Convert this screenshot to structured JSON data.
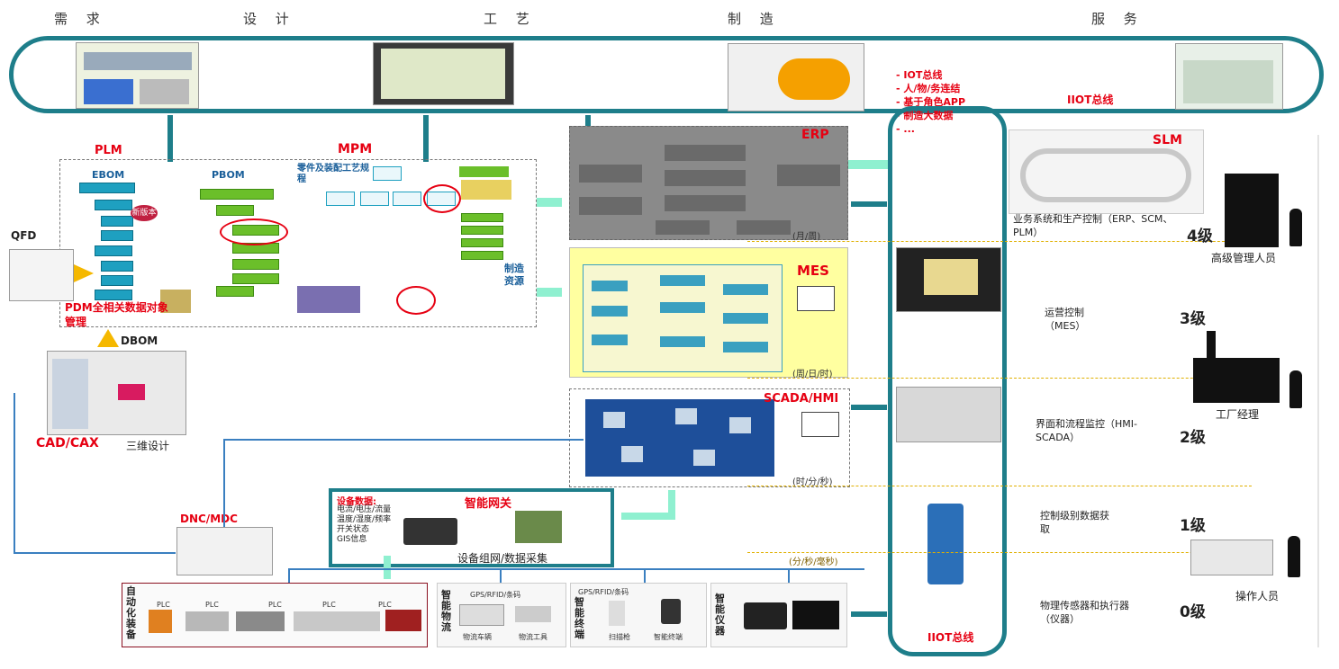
{
  "stages": [
    "需 求",
    "设 计",
    "工 艺",
    "制 造",
    "服 务"
  ],
  "iiot_top": "IIOT总线",
  "iiot_bottom": "IIOT总线",
  "iot_list": [
    "- IOT总线",
    "- 人/物/务连结",
    "- 基于角色APP",
    "- 制造大数据",
    "- ..."
  ],
  "plm": {
    "title": "PLM",
    "mpm": "MPM",
    "ebom": "EBOM",
    "pbom": "PBOM",
    "new_version": "新版本",
    "parts_assembly": "零件及装配工艺规程",
    "manufacturing_resources": "制造资源",
    "pdm": "PDM全相关数据对象管理",
    "qfd": "QFD",
    "dbom": "DBOM"
  },
  "cad": {
    "title": "CAD/CAX",
    "subtitle": "三维设计"
  },
  "erp": {
    "title": "ERP",
    "period": "(月/周)"
  },
  "mes": {
    "title": "MES",
    "period": "(周/日/时)"
  },
  "scada": {
    "title": "SCADA/HMI",
    "period": "(时/分/秒)"
  },
  "slm": {
    "title": "SLM"
  },
  "gateway": {
    "title": "智能网关",
    "device_data_title": "设备数据:",
    "device_data_lines": [
      "电流/电压/流量",
      "温度/湿度/频率",
      "开关状态",
      "GIS信息"
    ],
    "caption": "设备组网/数据采集"
  },
  "dnc": {
    "title": "DNC/MDC",
    "period": "(分/秒/毫秒)"
  },
  "bottom_groups": [
    {
      "vertical": "自动化装备",
      "items": [
        "PLC",
        "PLC",
        "PLC",
        "PLC",
        "PLC"
      ]
    },
    {
      "vertical": "智能物流",
      "header": "GPS/RFID/条码",
      "items": [
        "物流车辆",
        "物流工具"
      ]
    },
    {
      "vertical": "智能终端",
      "header": "GPS/RFID/条码",
      "items": [
        "扫描枪",
        "智能终端"
      ]
    },
    {
      "vertical": "智能仪器",
      "items": []
    }
  ],
  "levels": [
    {
      "level": "4级",
      "desc": "业务系统和生产控制（ERP、SCM、PLM）",
      "role": "高级管理人员"
    },
    {
      "level": "3级",
      "desc": "运营控制（MES）",
      "role": "工厂经理"
    },
    {
      "level": "2级",
      "desc": "界面和流程监控（HMI-SCADA）",
      "role": ""
    },
    {
      "level": "1级",
      "desc": "控制级别数据获取",
      "role": "操作人员"
    },
    {
      "level": "0级",
      "desc": "物理传感器和执行器（仪器）",
      "role": ""
    }
  ],
  "colors": {
    "teal": "#1e7e8a",
    "red": "#e60012",
    "mes_bg": "#ffffa0",
    "erp_bg": "#8a8a8a",
    "mint": "#8ff0d0"
  }
}
